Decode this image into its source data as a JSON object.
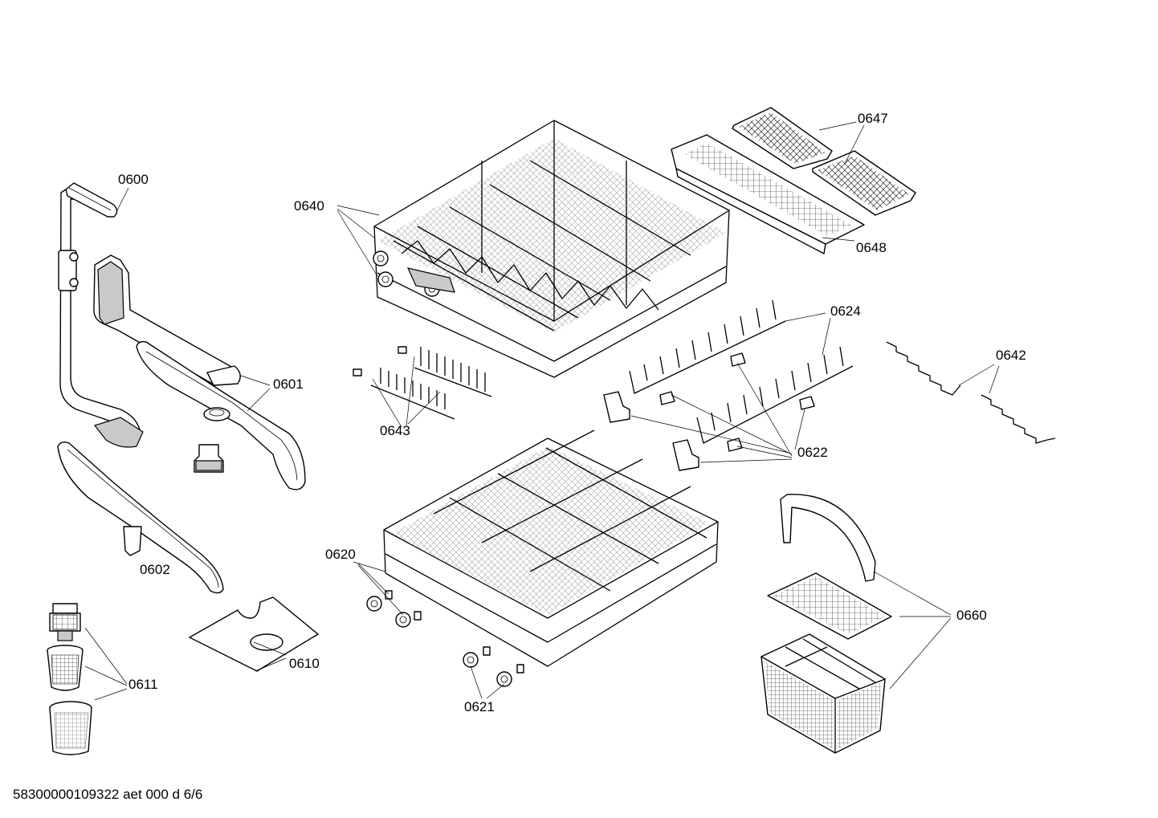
{
  "document_code": "58300000109322 aet 000 d 6/6",
  "parts": [
    {
      "id": "0600",
      "label": "0600"
    },
    {
      "id": "0601",
      "label": "0601"
    },
    {
      "id": "0602",
      "label": "0602"
    },
    {
      "id": "0610",
      "label": "0610"
    },
    {
      "id": "0611",
      "label": "0611"
    },
    {
      "id": "0620",
      "label": "0620"
    },
    {
      "id": "0621",
      "label": "0621"
    },
    {
      "id": "0622",
      "label": "0622"
    },
    {
      "id": "0624",
      "label": "0624"
    },
    {
      "id": "0640",
      "label": "0640"
    },
    {
      "id": "0642",
      "label": "0642"
    },
    {
      "id": "0643",
      "label": "0643"
    },
    {
      "id": "0647",
      "label": "0647"
    },
    {
      "id": "0648",
      "label": "0648"
    },
    {
      "id": "0660",
      "label": "0660"
    }
  ]
}
